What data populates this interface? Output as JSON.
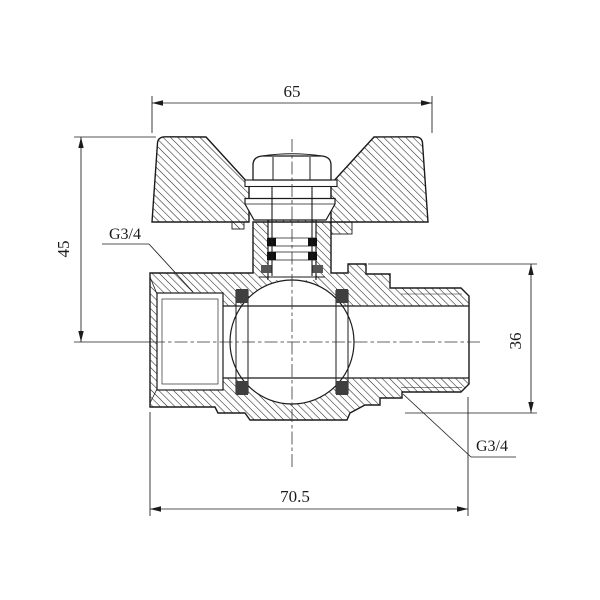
{
  "drawing": {
    "background": "#ffffff",
    "line_color": "#1b1b1b",
    "labels": {
      "dim_top_width": "65",
      "dim_left_height": "45",
      "dim_right_height": "36",
      "dim_bottom_width": "70.5",
      "thread_inlet": "G3/4",
      "thread_outlet": "G3/4"
    }
  }
}
